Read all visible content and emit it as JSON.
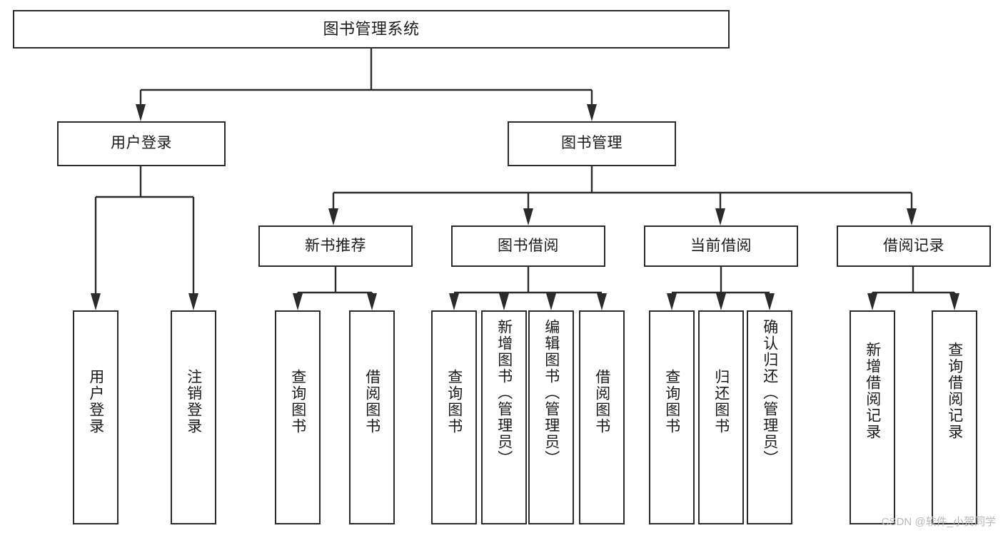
{
  "diagram": {
    "type": "tree-hierarchy",
    "title": "图书管理系统",
    "colors": {
      "background": "#ffffff",
      "node_fill": "#ffffff",
      "node_border": "#2b2b2b",
      "connector": "#2b2b2b",
      "text": "#1a1a1a",
      "watermark": "#b9b9b9"
    },
    "nodes": {
      "root": {
        "label": "图书管理系统"
      },
      "level2": [
        {
          "id": "user-login",
          "label": "用户登录"
        },
        {
          "id": "book-management",
          "label": "图书管理"
        }
      ],
      "level3": [
        {
          "id": "new-book-recommend",
          "label": "新书推荐"
        },
        {
          "id": "book-borrow",
          "label": "图书借阅"
        },
        {
          "id": "current-borrow",
          "label": "当前借阅"
        },
        {
          "id": "borrow-record",
          "label": "借阅记录"
        }
      ],
      "leaves": {
        "user-login": [
          {
            "id": "leaf-user-login",
            "label": "用户登录"
          },
          {
            "id": "leaf-logout-login",
            "label": "注销登录"
          }
        ],
        "new-book-recommend": [
          {
            "id": "leaf-query-book-1",
            "label": "查询图书"
          },
          {
            "id": "leaf-borrow-book-1",
            "label": "借阅图书"
          }
        ],
        "book-borrow": [
          {
            "id": "leaf-query-book-2",
            "label": "查询图书"
          },
          {
            "id": "leaf-add-book",
            "label": "新增图书（管理员）"
          },
          {
            "id": "leaf-edit-book",
            "label": "编辑图书（管理员）"
          },
          {
            "id": "leaf-borrow-book-2",
            "label": "借阅图书"
          }
        ],
        "current-borrow": [
          {
            "id": "leaf-query-book-3",
            "label": "查询图书"
          },
          {
            "id": "leaf-return-book",
            "label": "归还图书"
          },
          {
            "id": "leaf-confirm-return",
            "label": "确认归还（管理员）"
          }
        ],
        "borrow-record": [
          {
            "id": "leaf-add-record",
            "label": "新增借阅记录"
          },
          {
            "id": "leaf-query-record",
            "label": "查询借阅记录"
          }
        ]
      }
    }
  },
  "watermark": {
    "text": "CSDN @软件_小贺同学"
  }
}
